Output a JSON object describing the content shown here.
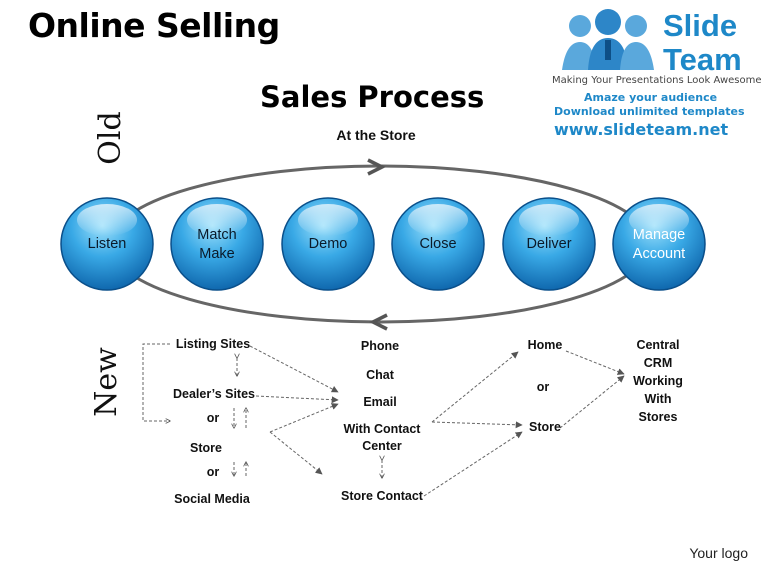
{
  "header": {
    "title": "Online Selling"
  },
  "diagram": {
    "title": "Sales Process",
    "old_label": "Old",
    "new_label": "New",
    "at_store": "At the Store",
    "stages": [
      {
        "line1": "Listen",
        "line2": ""
      },
      {
        "line1": "Match",
        "line2": "Make"
      },
      {
        "line1": "Demo",
        "line2": ""
      },
      {
        "line1": "Close",
        "line2": ""
      },
      {
        "line1": "Deliver",
        "line2": ""
      },
      {
        "line1": "Manage",
        "line2": "Account"
      }
    ],
    "new_process": {
      "listing_sites": "Listing Sites",
      "dealers_sites": "Dealer’s Sites",
      "or1": "or",
      "store": "Store",
      "or2": "or",
      "social_media": "Social Media",
      "phone": "Phone",
      "chat": "Chat",
      "email": "Email",
      "with_contact": "With Contact",
      "center": "Center",
      "store_contact": "Store Contact",
      "home": "Home",
      "or3": "or",
      "store2": "Store",
      "crm1": "Central",
      "crm2": "CRM",
      "crm3": "Working",
      "crm4": "With",
      "crm5": "Stores"
    }
  },
  "logo": {
    "word1": "Slide",
    "word2": "Team",
    "tagline": "Making Your Presentations Look Awesome",
    "line1": "Amaze your audience",
    "line2": "Download unlimited templates",
    "url": "www.slideteam.net"
  },
  "footer": {
    "your_logo": "Your logo"
  },
  "colors": {
    "circle_top": "#5ec3f0",
    "circle_bottom": "#0b6fb5",
    "brand": "#1e88c8"
  }
}
